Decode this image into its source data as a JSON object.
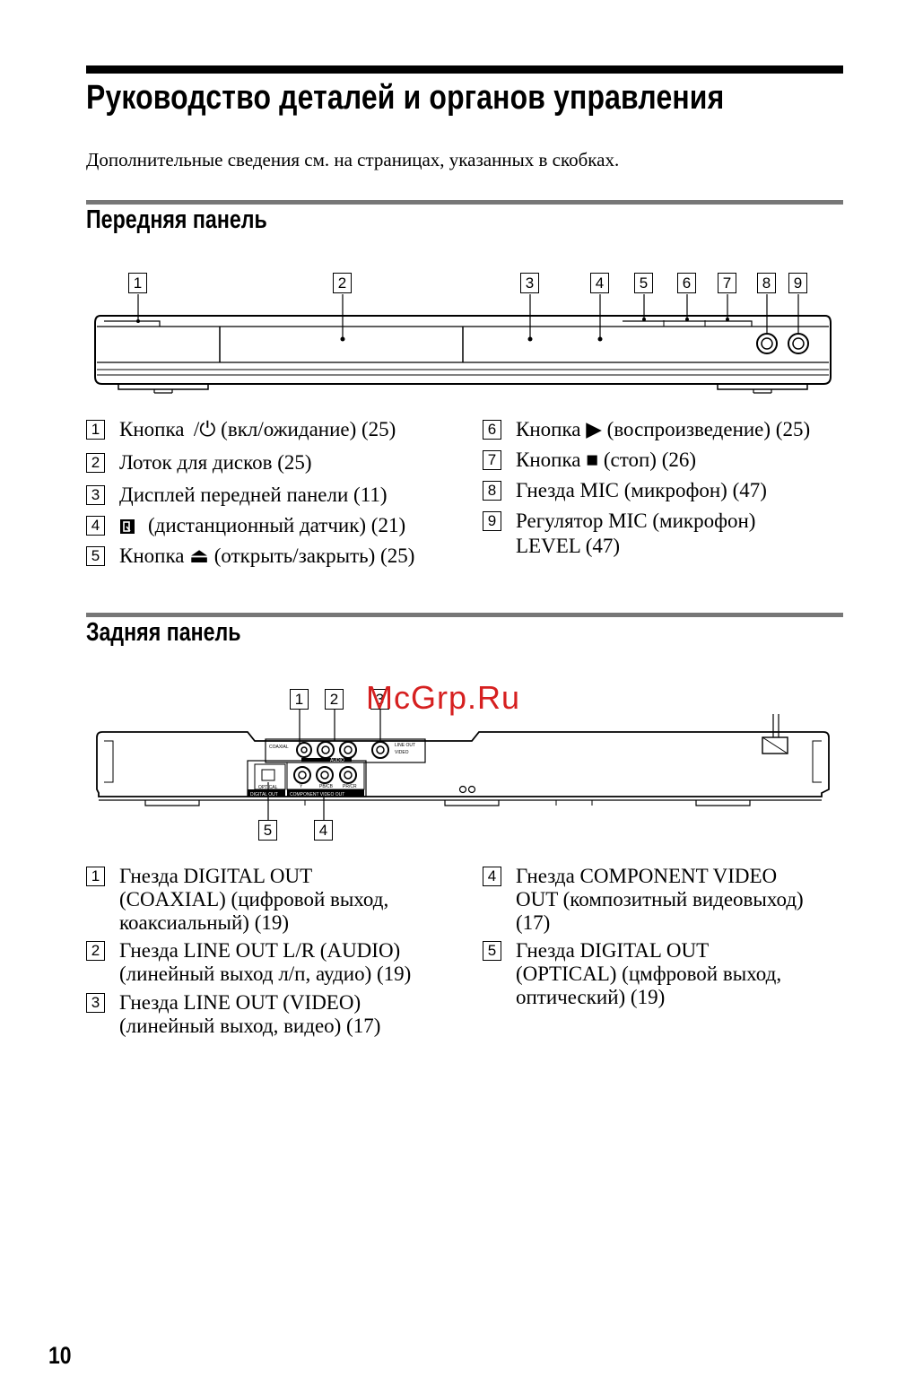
{
  "page": {
    "title": "Руководство деталей и органов управления",
    "intro": "Дополнительные сведения см. на страницах, указанных в скобках.",
    "page_number": "10",
    "watermark": "McGrp.Ru"
  },
  "front_panel": {
    "heading": "Передняя панель",
    "callouts": [
      "1",
      "2",
      "3",
      "4",
      "5",
      "6",
      "7",
      "8",
      "9"
    ],
    "items": [
      {
        "num": "1",
        "text": "Кнопка  /⏻ (вкл/ожидание) (25)"
      },
      {
        "num": "2",
        "text": "Лоток для дисков (25)"
      },
      {
        "num": "3",
        "text": "Дисплей передней панели (11)"
      },
      {
        "num": "4",
        "text": "(дистанционный датчик) (21)"
      },
      {
        "num": "5",
        "text": "Кнопка ⏏ (открыть/закрыть) (25)"
      },
      {
        "num": "6",
        "text": "Кнопка ▶ (воспроизведение) (25)"
      },
      {
        "num": "7",
        "text": "Кнопка ■ (стоп) (26)"
      },
      {
        "num": "8",
        "text": "Гнезда MIC (микрофон) (47)"
      },
      {
        "num": "9",
        "text": "Регулятор MIC (микрофон)",
        "text2": "LEVEL (47)"
      }
    ]
  },
  "rear_panel": {
    "heading": "Задняя панель",
    "callouts": [
      "1",
      "2",
      "3",
      "5",
      "4"
    ],
    "jack_labels": {
      "coaxial": "COAXIAL",
      "audio": "AUDIO",
      "line_out": "LINE OUT",
      "video": "VIDEO",
      "optical": "OPTICAL",
      "digital_out": "DIGITAL OUT",
      "component": "COMPONENT VIDEO OUT",
      "y": "Y",
      "pb": "PB/CB",
      "pr": "PR/CR"
    },
    "items": [
      {
        "num": "1",
        "lines": [
          "Гнезда DIGITAL OUT",
          "(COAXIAL) (цифровой выход,",
          "коаксиальный) (19)"
        ]
      },
      {
        "num": "2",
        "lines": [
          "Гнезда LINE OUT L/R (AUDIO)",
          "(линейный выход л/п, аудио) (19)"
        ]
      },
      {
        "num": "3",
        "lines": [
          "Гнезда LINE OUT (VIDEO)",
          "(линейный выход, видео) (17)"
        ]
      },
      {
        "num": "4",
        "lines": [
          "Гнезда COMPONENT VIDEO",
          "OUT (композитный видеовыход)",
          "(17)"
        ]
      },
      {
        "num": "5",
        "lines": [
          "Гнезда DIGITAL OUT",
          "(OPTICAL) (цмфровой выход,",
          "оптический) (19)"
        ]
      }
    ]
  }
}
